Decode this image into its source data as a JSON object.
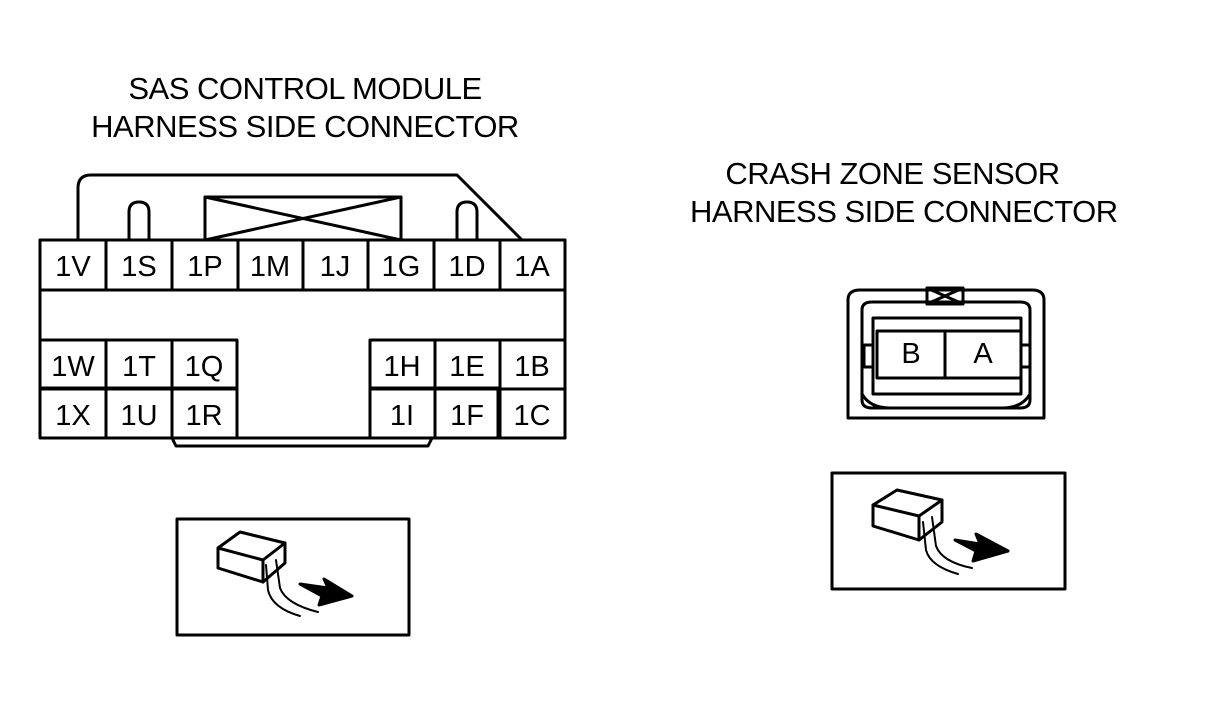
{
  "left_connector": {
    "title_line1": "SAS CONTROL MODULE",
    "title_line2": "HARNESS SIDE CONNECTOR",
    "top_row": [
      "1V",
      "1S",
      "1P",
      "1M",
      "1J",
      "1G",
      "1D",
      "1A"
    ],
    "lower_left": [
      "1W",
      "1T",
      "1Q",
      "1X",
      "1U",
      "1R"
    ],
    "lower_right": [
      "1H",
      "1E",
      "1B",
      "1I",
      "1F",
      "1C"
    ]
  },
  "right_connector": {
    "title_line1": "CRASH ZONE SENSOR",
    "title_line2": "HARNESS SIDE CONNECTOR",
    "pins": [
      "B",
      "A"
    ]
  },
  "icons": [
    "connector-probe-icon",
    "connector-probe-icon"
  ]
}
